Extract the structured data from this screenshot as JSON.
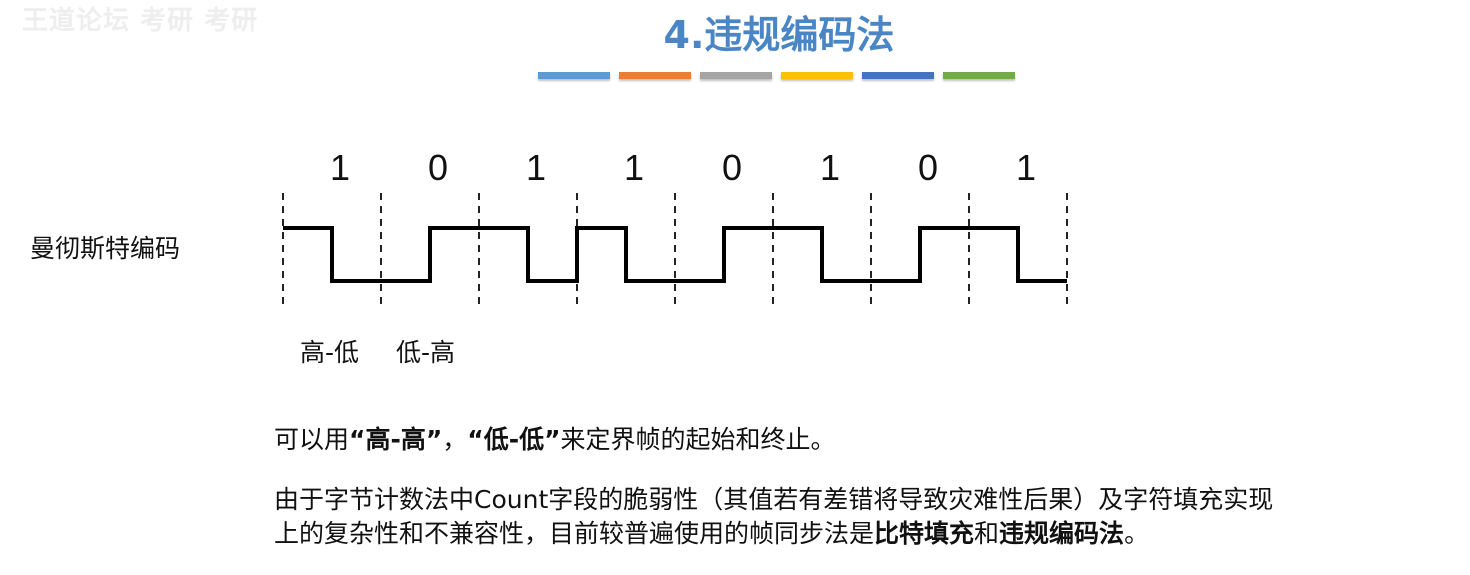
{
  "watermark": "王道论坛 考研 考研",
  "title": "4.违规编码法",
  "color_strip": [
    {
      "name": "blue",
      "color": "#5b9bd5"
    },
    {
      "name": "orange",
      "color": "#ed7d31"
    },
    {
      "name": "gray",
      "color": "#a5a5a5"
    },
    {
      "name": "yellow",
      "color": "#ffc000"
    },
    {
      "name": "dark-blue",
      "color": "#4472c4"
    },
    {
      "name": "green",
      "color": "#70ad47"
    }
  ],
  "diagram": {
    "bits": [
      "1",
      "0",
      "1",
      "1",
      "0",
      "1",
      "0",
      "1"
    ],
    "encoding_label": "曼彻斯特编码",
    "phase_labels": [
      "高-低",
      "低-高"
    ],
    "signal_color": "#000000"
  },
  "text": {
    "p1_a": "可以用",
    "p1_b": "“高-高”",
    "p1_c": "，",
    "p1_d": "“低-低”",
    "p1_e": "来定界帧的起始和终止。",
    "p2_line1": "由于字节计数法中Count字段的脆弱性（其值若有差错将导致灾难性后果）及字符填充实现",
    "p2_line2_a": "上的复杂性和不兼容性，目前较普遍使用的帧同步法是",
    "p2_line2_b": "比特填充",
    "p2_line2_c": "和",
    "p2_line2_d": "违规编码法",
    "p2_line2_e": "。"
  }
}
